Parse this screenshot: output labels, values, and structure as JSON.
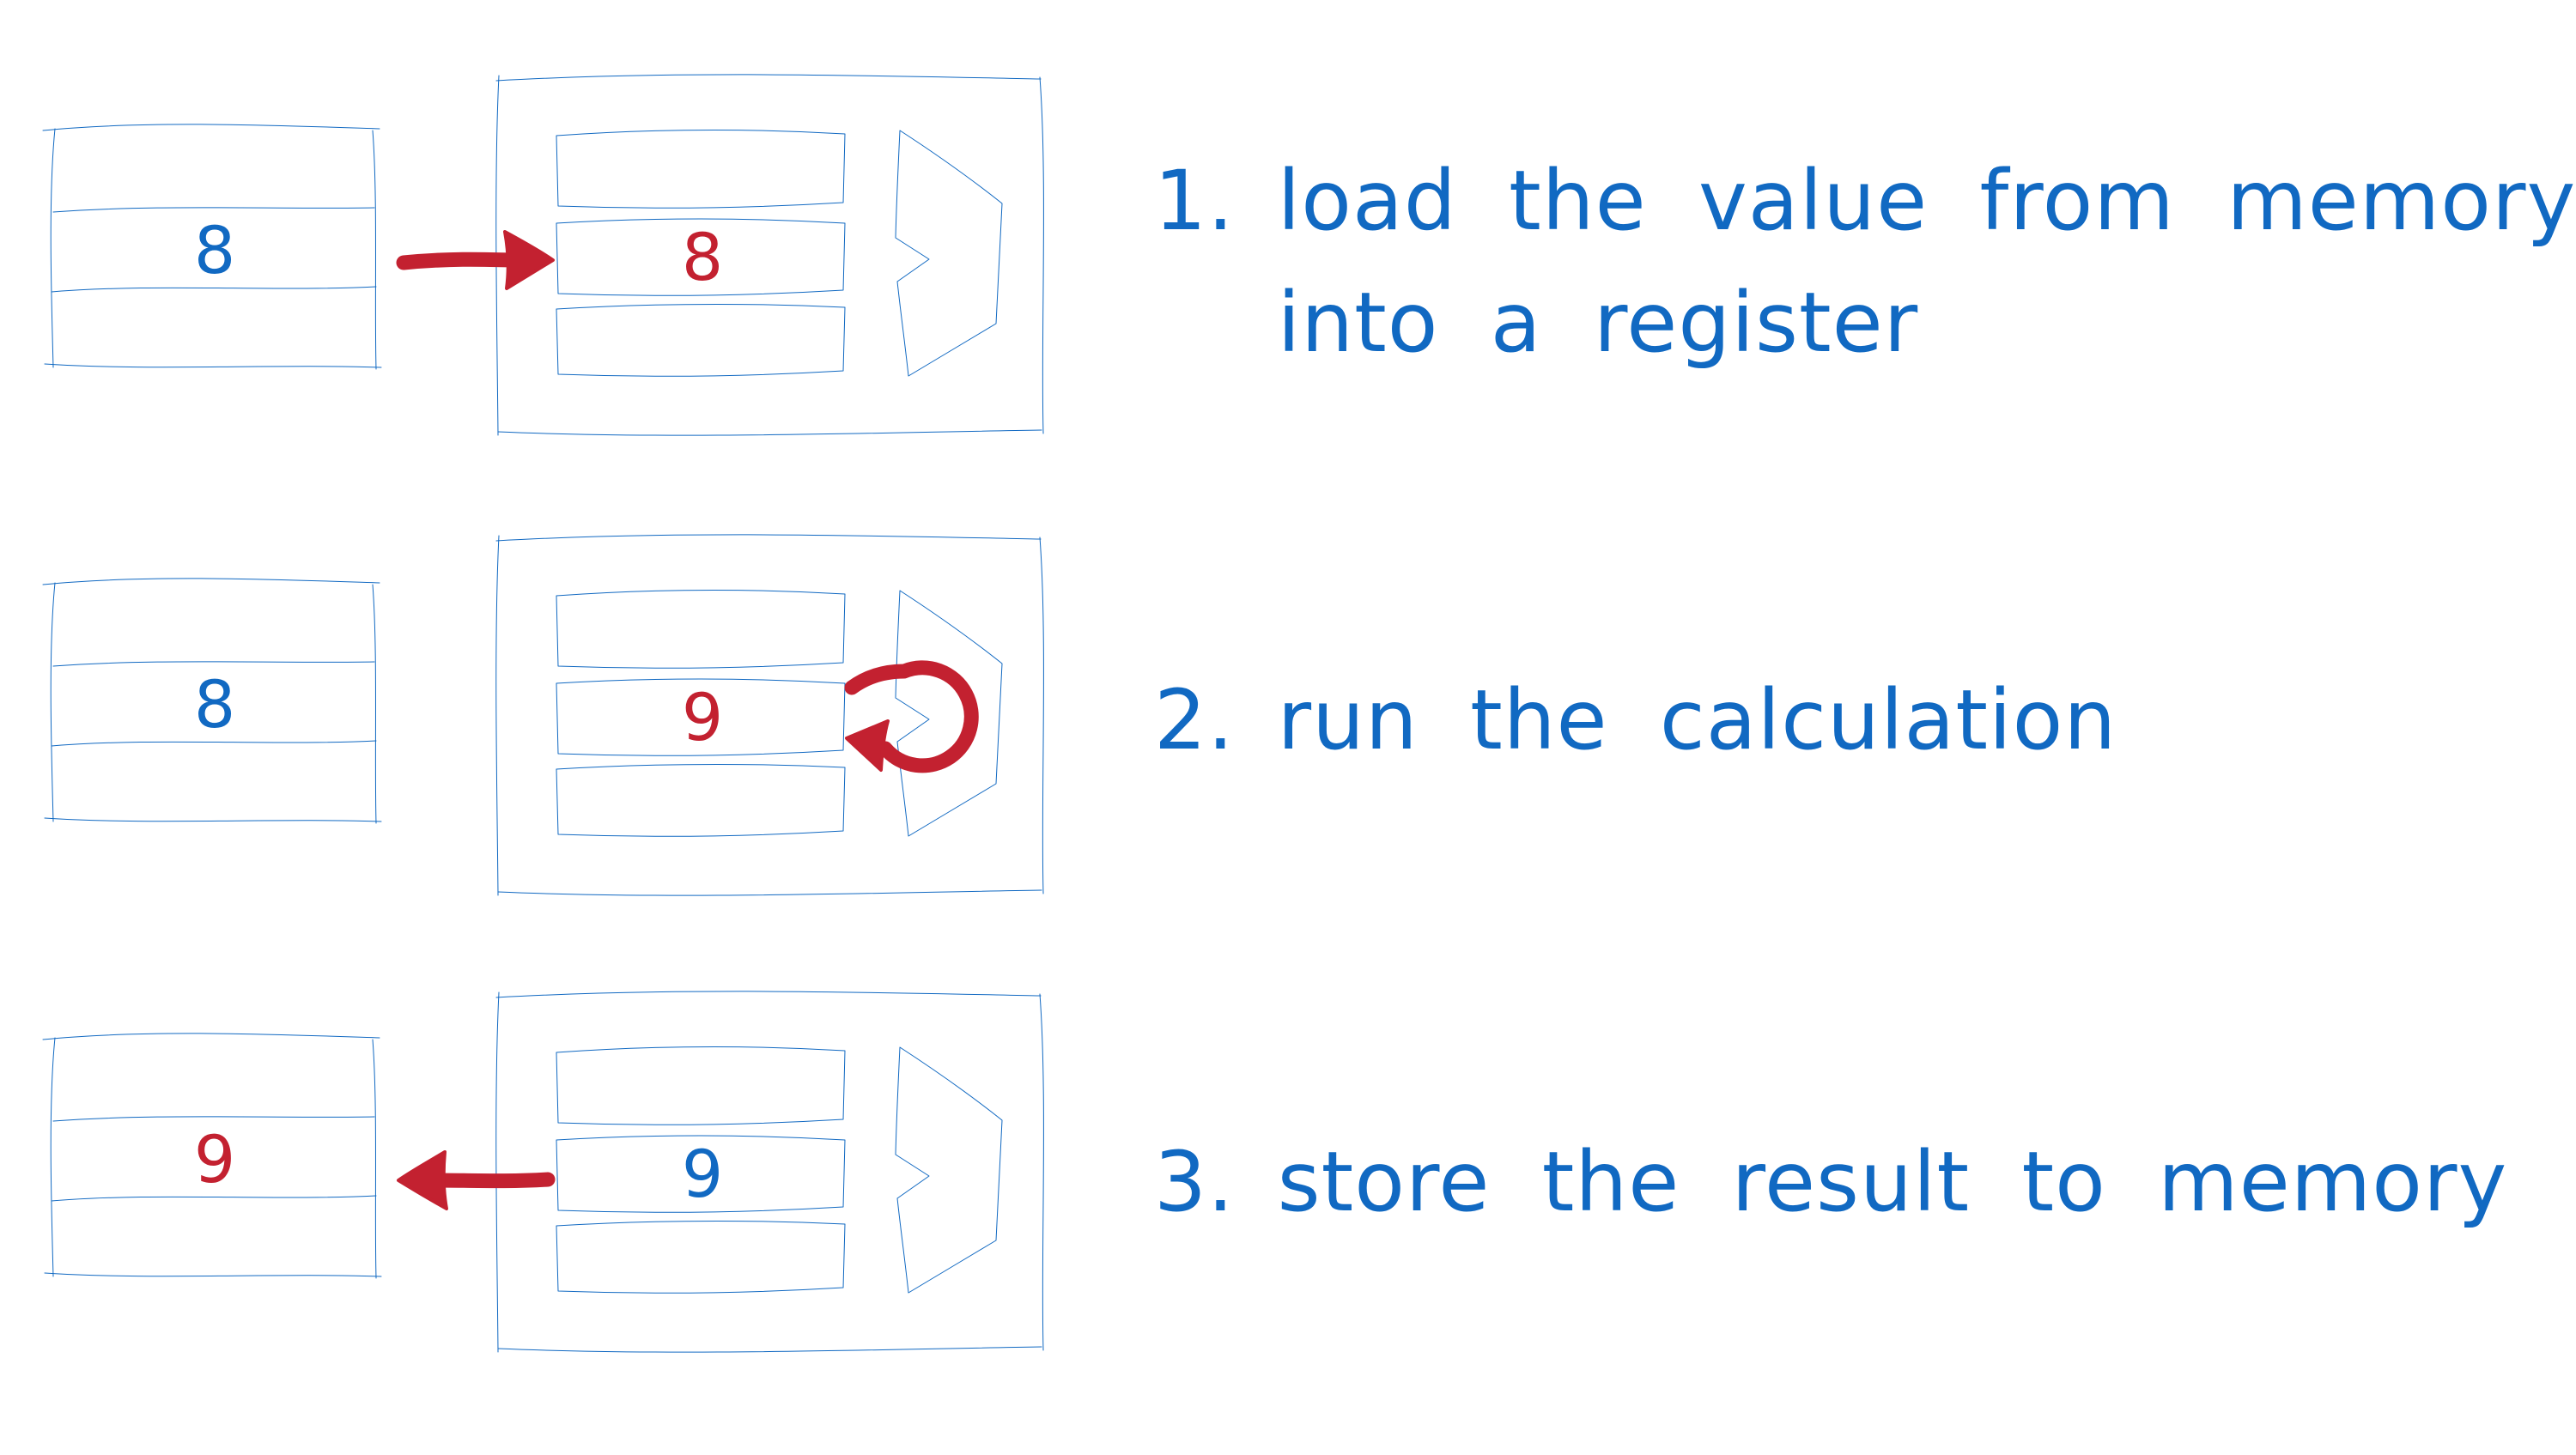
{
  "colors": {
    "ink_blue": "#1169C2",
    "ink_red": "#C32130",
    "background": "#FFFFFF"
  },
  "steps": [
    {
      "label": "1.",
      "lines": [
        "load the value from memory",
        "into a register"
      ],
      "memory_value": "8",
      "memory_value_color": "#1169C2",
      "register_value": "8",
      "register_value_color": "#C32130",
      "arrow_icon": "red-arrow-right-memory-to-cpu"
    },
    {
      "label": "2.",
      "lines": [
        "run the calculation"
      ],
      "memory_value": "8",
      "memory_value_color": "#1169C2",
      "register_value": "9",
      "register_value_color": "#C32130",
      "arrow_icon": "red-cycle-loop-on-alu"
    },
    {
      "label": "3.",
      "lines": [
        "store the result to memory"
      ],
      "memory_value": "9",
      "memory_value_color": "#C32130",
      "register_value": "9",
      "register_value_color": "#1169C2",
      "arrow_icon": "red-arrow-left-cpu-to-memory"
    }
  ]
}
